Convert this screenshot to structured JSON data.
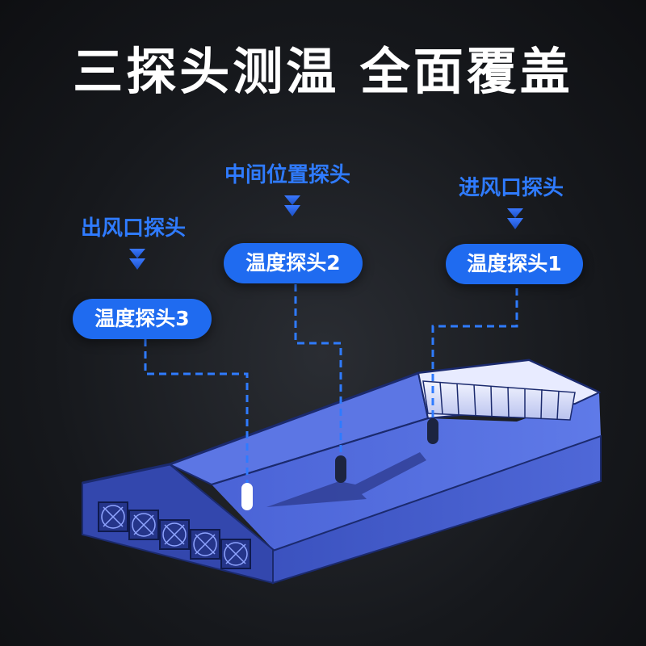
{
  "headline": "三探头测温 全面覆盖",
  "callouts": {
    "middle": "中间位置探头",
    "inlet": "进风口探头",
    "outlet": "出风口探头"
  },
  "probes": {
    "probe1": "温度探头1",
    "probe2": "温度探头2",
    "probe3": "温度探头3"
  },
  "colors": {
    "accent": "#1f6bf0",
    "callout_text": "#2f7bff",
    "building": "#3f59c9",
    "background": "#16181c"
  }
}
